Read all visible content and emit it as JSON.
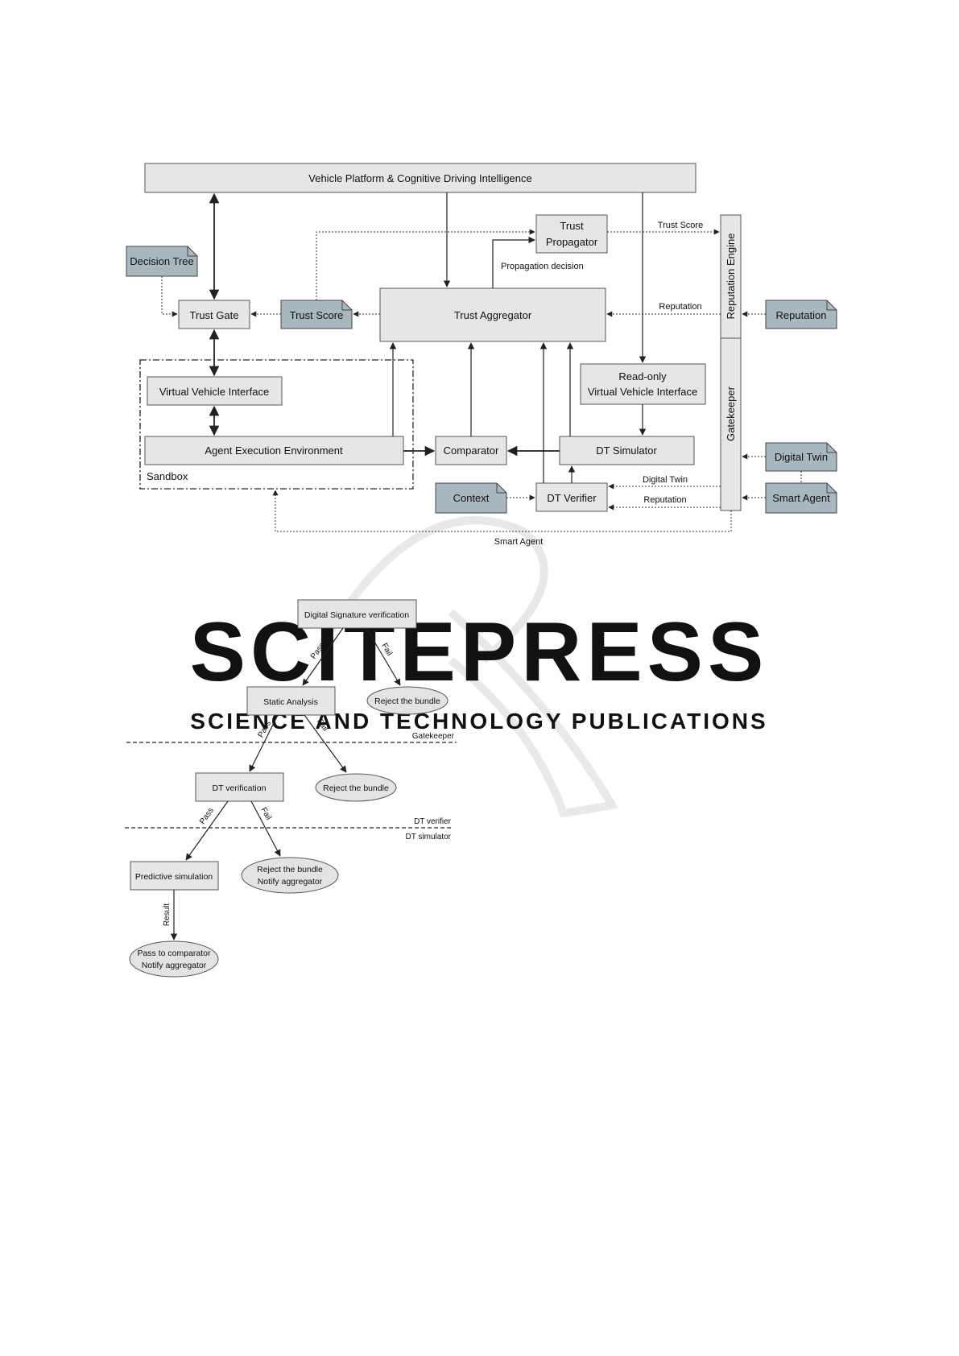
{
  "architecture": {
    "vehicle_platform": "Vehicle Platform & Cognitive Driving Intelligence",
    "trust_propagator": [
      "Trust",
      "Propagator"
    ],
    "decision_tree": "Decision Tree",
    "trust_gate": "Trust Gate",
    "trust_score_note": "Trust Score",
    "trust_aggregator": "Trust Aggregator",
    "reputation_engine": "Reputation Engine",
    "gatekeeper": "Gatekeeper",
    "reputation_note": "Reputation",
    "virtual_vehicle_interface": "Virtual Vehicle Interface",
    "read_only_interface": [
      "Read-only",
      "Virtual Vehicle Interface"
    ],
    "agent_execution_environment": "Agent Execution Environment",
    "comparator": "Comparator",
    "dt_simulator": "DT Simulator",
    "sandbox": "Sandbox",
    "digital_twin_note": "Digital Twin",
    "context_note": "Context",
    "dt_verifier": "DT Verifier",
    "smart_agent_note": "Smart Agent",
    "labels": {
      "trust_score": "Trust Score",
      "propagation_decision": "Propagation decision",
      "reputation_to_aggregator": "Reputation",
      "digital_twin": "Digital Twin",
      "reputation_to_verifier": "Reputation",
      "smart_agent": "Smart Agent"
    }
  },
  "flowchart": {
    "digital_signature": "Digital Signature verification",
    "static_analysis": "Static Analysis",
    "reject_1": "Reject the bundle",
    "reject_2": "Reject the bundle",
    "dt_verification": "DT verification",
    "reject_notify": [
      "Reject the bundle",
      "Notify aggregator"
    ],
    "predictive_simulation": "Predictive simulation",
    "pass_comparator": [
      "Pass to comparator",
      "Notify aggregator"
    ],
    "pass_label": "Pass",
    "fail_label": "Fail",
    "result_label": "Result",
    "gatekeeper_line": "Gatekeeper",
    "dt_verifier_line": "DT verifier",
    "dt_simulator_line": "DT simulator"
  },
  "watermark": {
    "main": "SCITEPRESS",
    "sub": "SCIENCE AND TECHNOLOGY PUBLICATIONS"
  }
}
